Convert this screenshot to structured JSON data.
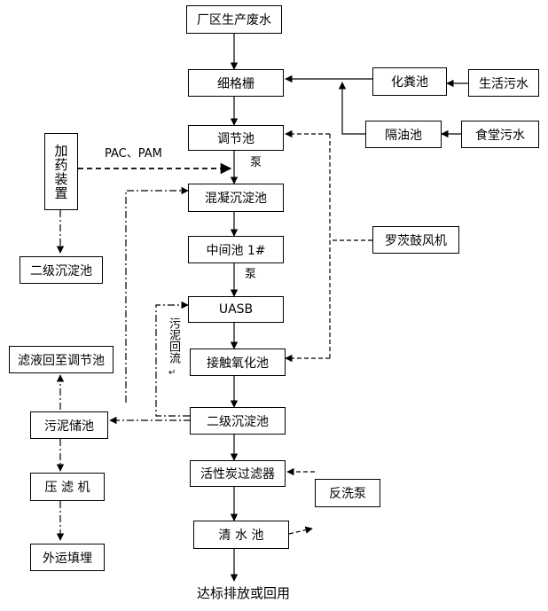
{
  "nodes": {
    "plant_wastewater": "厂区生产废水",
    "fine_grid": "细格栅",
    "septic_tank": "化粪池",
    "domestic_sewage": "生活污水",
    "grease_trap": "隔油池",
    "canteen_sewage": "食堂污水",
    "equalization_tank": "调节池",
    "dosing_device": "加药装置",
    "coag_sed_tank": "混凝沉淀池",
    "secondary_sed_left": "二级沉淀池",
    "intermediate_tank": "中间池 1#",
    "roots_blower": "罗茨鼓风机",
    "uasb": "UASB",
    "filtrate_return": "滤液回至调节池",
    "contact_oxidation": "接触氧化池",
    "sludge_tank": "污泥储池",
    "secondary_sed": "二级沉淀池",
    "filter_press": "压 滤 机",
    "activated_carbon_filter": "活性炭过滤器",
    "backwash_pump": "反洗泵",
    "clear_water_tank": "清 水 池",
    "external_landfill": "外运填埋"
  },
  "labels": {
    "chemicals": "PAC、PAM",
    "pump_1": "泵",
    "pump_2": "泵",
    "sludge_return": "污泥回流",
    "sludge_return_mark": "↵",
    "final_output": "达标排放或回用"
  }
}
